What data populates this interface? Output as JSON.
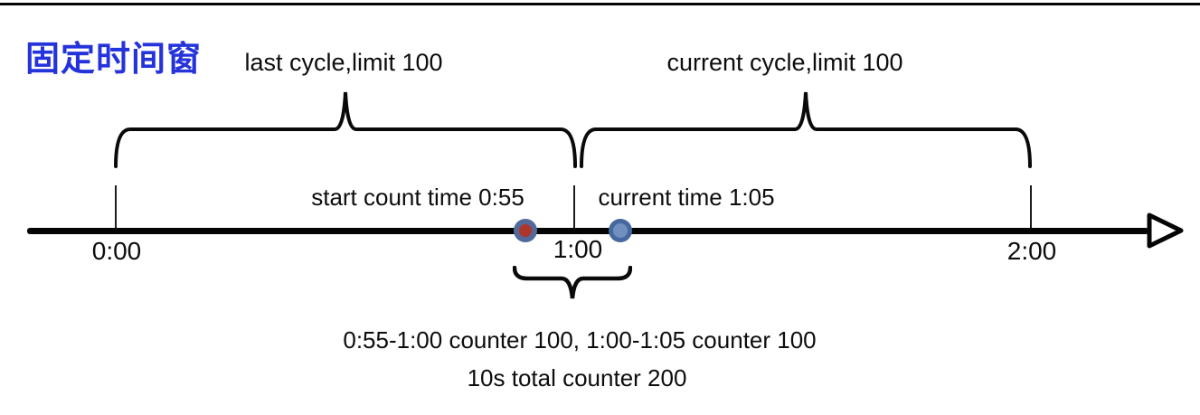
{
  "title": "固定时间窗",
  "colors": {
    "title_blue": "#2433da",
    "ink": "#0a0a0a",
    "dot_red_core": "#ae3529",
    "dot_red_ring": "#52699a",
    "dot_blue_core": "#7090c0",
    "dot_blue_ring": "#47689e"
  },
  "cycles": {
    "last": {
      "label": "last cycle,limit 100"
    },
    "current": {
      "label": "current cycle,limit 100"
    }
  },
  "timeline": {
    "ticks": [
      {
        "label": "0:00"
      },
      {
        "label": "1:00"
      },
      {
        "label": "2:00"
      }
    ],
    "markers": [
      {
        "name": "start-count",
        "label": "start count time 0:55"
      },
      {
        "name": "current-time",
        "label": "current time 1:05"
      }
    ]
  },
  "annotation": {
    "line1": "0:55-1:00 counter 100, 1:00-1:05 counter 100",
    "line2": "10s total counter 200"
  }
}
